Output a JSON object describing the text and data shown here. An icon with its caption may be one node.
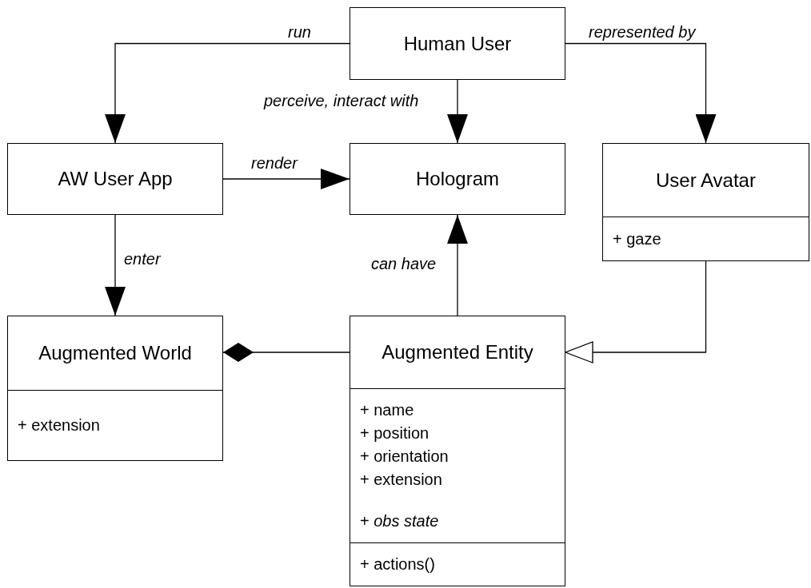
{
  "diagram": {
    "nodes": [
      {
        "text": [
          "Human User"
        ]
      },
      {
        "text": [
          "AW User App"
        ]
      },
      {
        "text": [
          "Hologram"
        ]
      },
      {
        "text": [
          "User Avatar",
          "+ gaze"
        ]
      },
      {
        "text": [
          "Augmented World",
          "+ extension"
        ]
      },
      {
        "text": [
          "Augmented Entity",
          "+ name",
          "+ position",
          "+ orientation",
          "+ extension",
          "+ *obs state*",
          "+ actions()"
        ]
      }
    ],
    "edges": [
      {
        "from": 0,
        "to": 1,
        "label": "run",
        "arrow": "to"
      },
      {
        "from": 0,
        "to": 2,
        "label": "perceive, interact with",
        "arrow": "to"
      },
      {
        "from": 0,
        "to": 3,
        "label": "represented by",
        "arrow": "to"
      },
      {
        "from": 1,
        "to": 2,
        "label": "render",
        "arrow": "to"
      },
      {
        "from": 1,
        "to": 4,
        "label": "enter",
        "arrow": "to"
      },
      {
        "from": 5,
        "to": 2,
        "label": "can have",
        "arrow": "to"
      },
      {
        "from": 5,
        "to": 4,
        "arrow": "other"
      },
      {
        "from": 3,
        "to": 5,
        "arrow": "to"
      }
    ]
  }
}
